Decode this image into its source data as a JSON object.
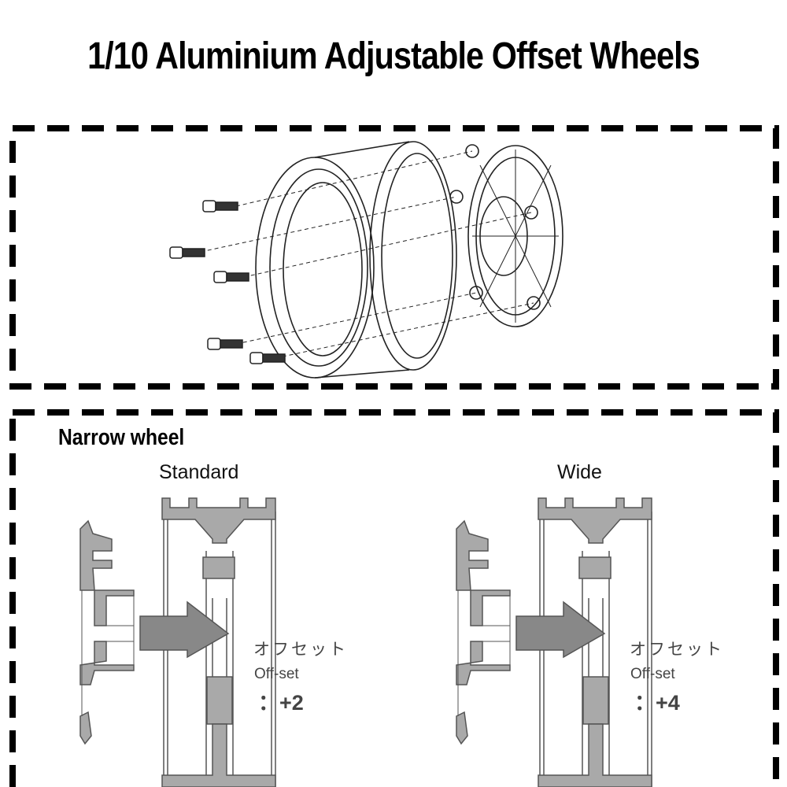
{
  "title": "1/10  Aluminium Adjustable Offset Wheels",
  "section": {
    "label": "Narrow wheel"
  },
  "variants": [
    {
      "label": "Standard",
      "offset_jp": "オフセット",
      "offset_en": "Off-set",
      "offset_value": "：+2"
    },
    {
      "label": "Wide",
      "offset_jp": "オフセット",
      "offset_en": "Off-set",
      "offset_value": "：+4"
    }
  ],
  "colors": {
    "part_fill": "#a9a9a9",
    "line": "#555555",
    "border": "#000000"
  }
}
